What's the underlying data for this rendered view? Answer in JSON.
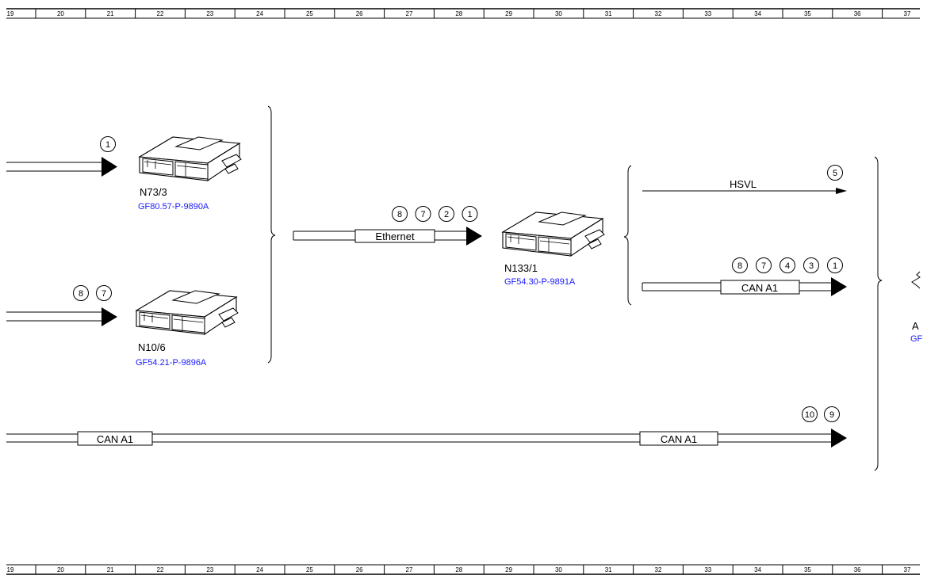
{
  "ruler": {
    "numbers": [
      "19",
      "20",
      "21",
      "22",
      "23",
      "24",
      "25",
      "26",
      "27",
      "28",
      "29",
      "30",
      "31",
      "32",
      "33",
      "34",
      "35",
      "36",
      "37"
    ]
  },
  "modules": {
    "n73_3": {
      "name": "N73/3",
      "ref": "GF80.57-P-9890A"
    },
    "n10_6": {
      "name": "N10/6",
      "ref": "GF54.21-P-9896A"
    },
    "n133_1": {
      "name": "N133/1",
      "ref": "GF54.30-P-9891A"
    },
    "partial": {
      "name": "A",
      "ref": "GF"
    }
  },
  "buses": {
    "ethernet": "Ethernet",
    "can_top": "CAN A1",
    "can_left": "CAN A1",
    "can_right": "CAN A1",
    "hsvl": "HSVL"
  },
  "markers": {
    "n73": [
      "1"
    ],
    "n10": [
      "8",
      "7"
    ],
    "ethernet": [
      "8",
      "7",
      "2",
      "1"
    ],
    "hsvl": [
      "5"
    ],
    "can_top": [
      "8",
      "7",
      "4",
      "3",
      "1"
    ],
    "can_bottom": [
      "10",
      "9"
    ]
  }
}
